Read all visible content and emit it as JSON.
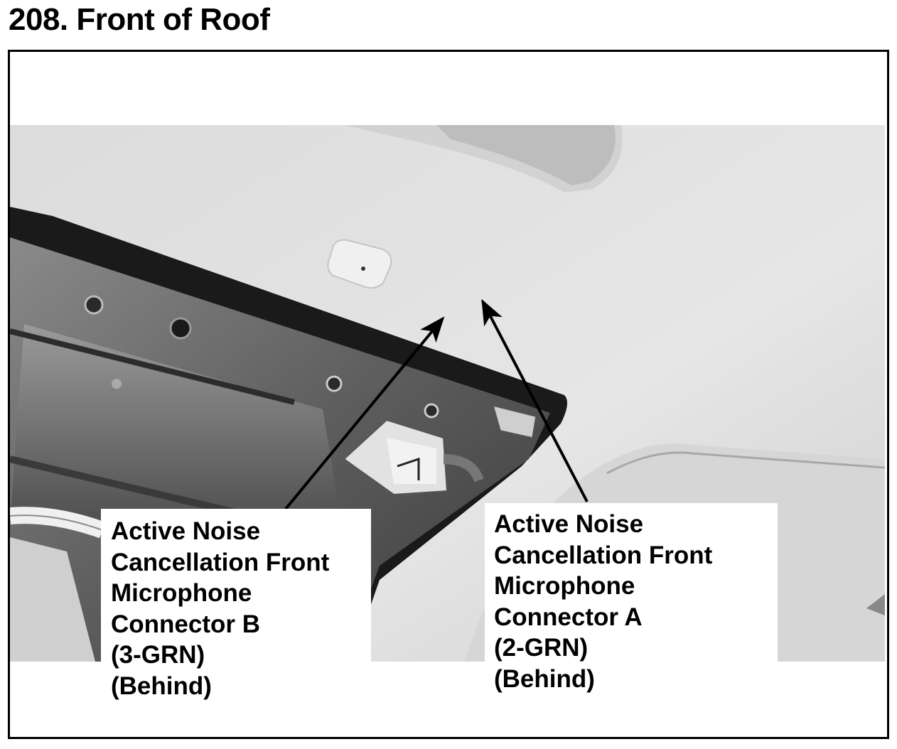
{
  "header": {
    "title": "208. Front of Roof"
  },
  "figure": {
    "callouts": [
      {
        "id": "connector-b",
        "lines": [
          "Active Noise",
          "Cancellation Front",
          "Microphone",
          "Connector B",
          "(3-GRN)",
          "(Behind)"
        ]
      },
      {
        "id": "connector-a",
        "lines": [
          "Active Noise",
          "Cancellation Front",
          "Microphone",
          "Connector A",
          "(2-GRN)",
          "(Behind)"
        ]
      }
    ]
  }
}
